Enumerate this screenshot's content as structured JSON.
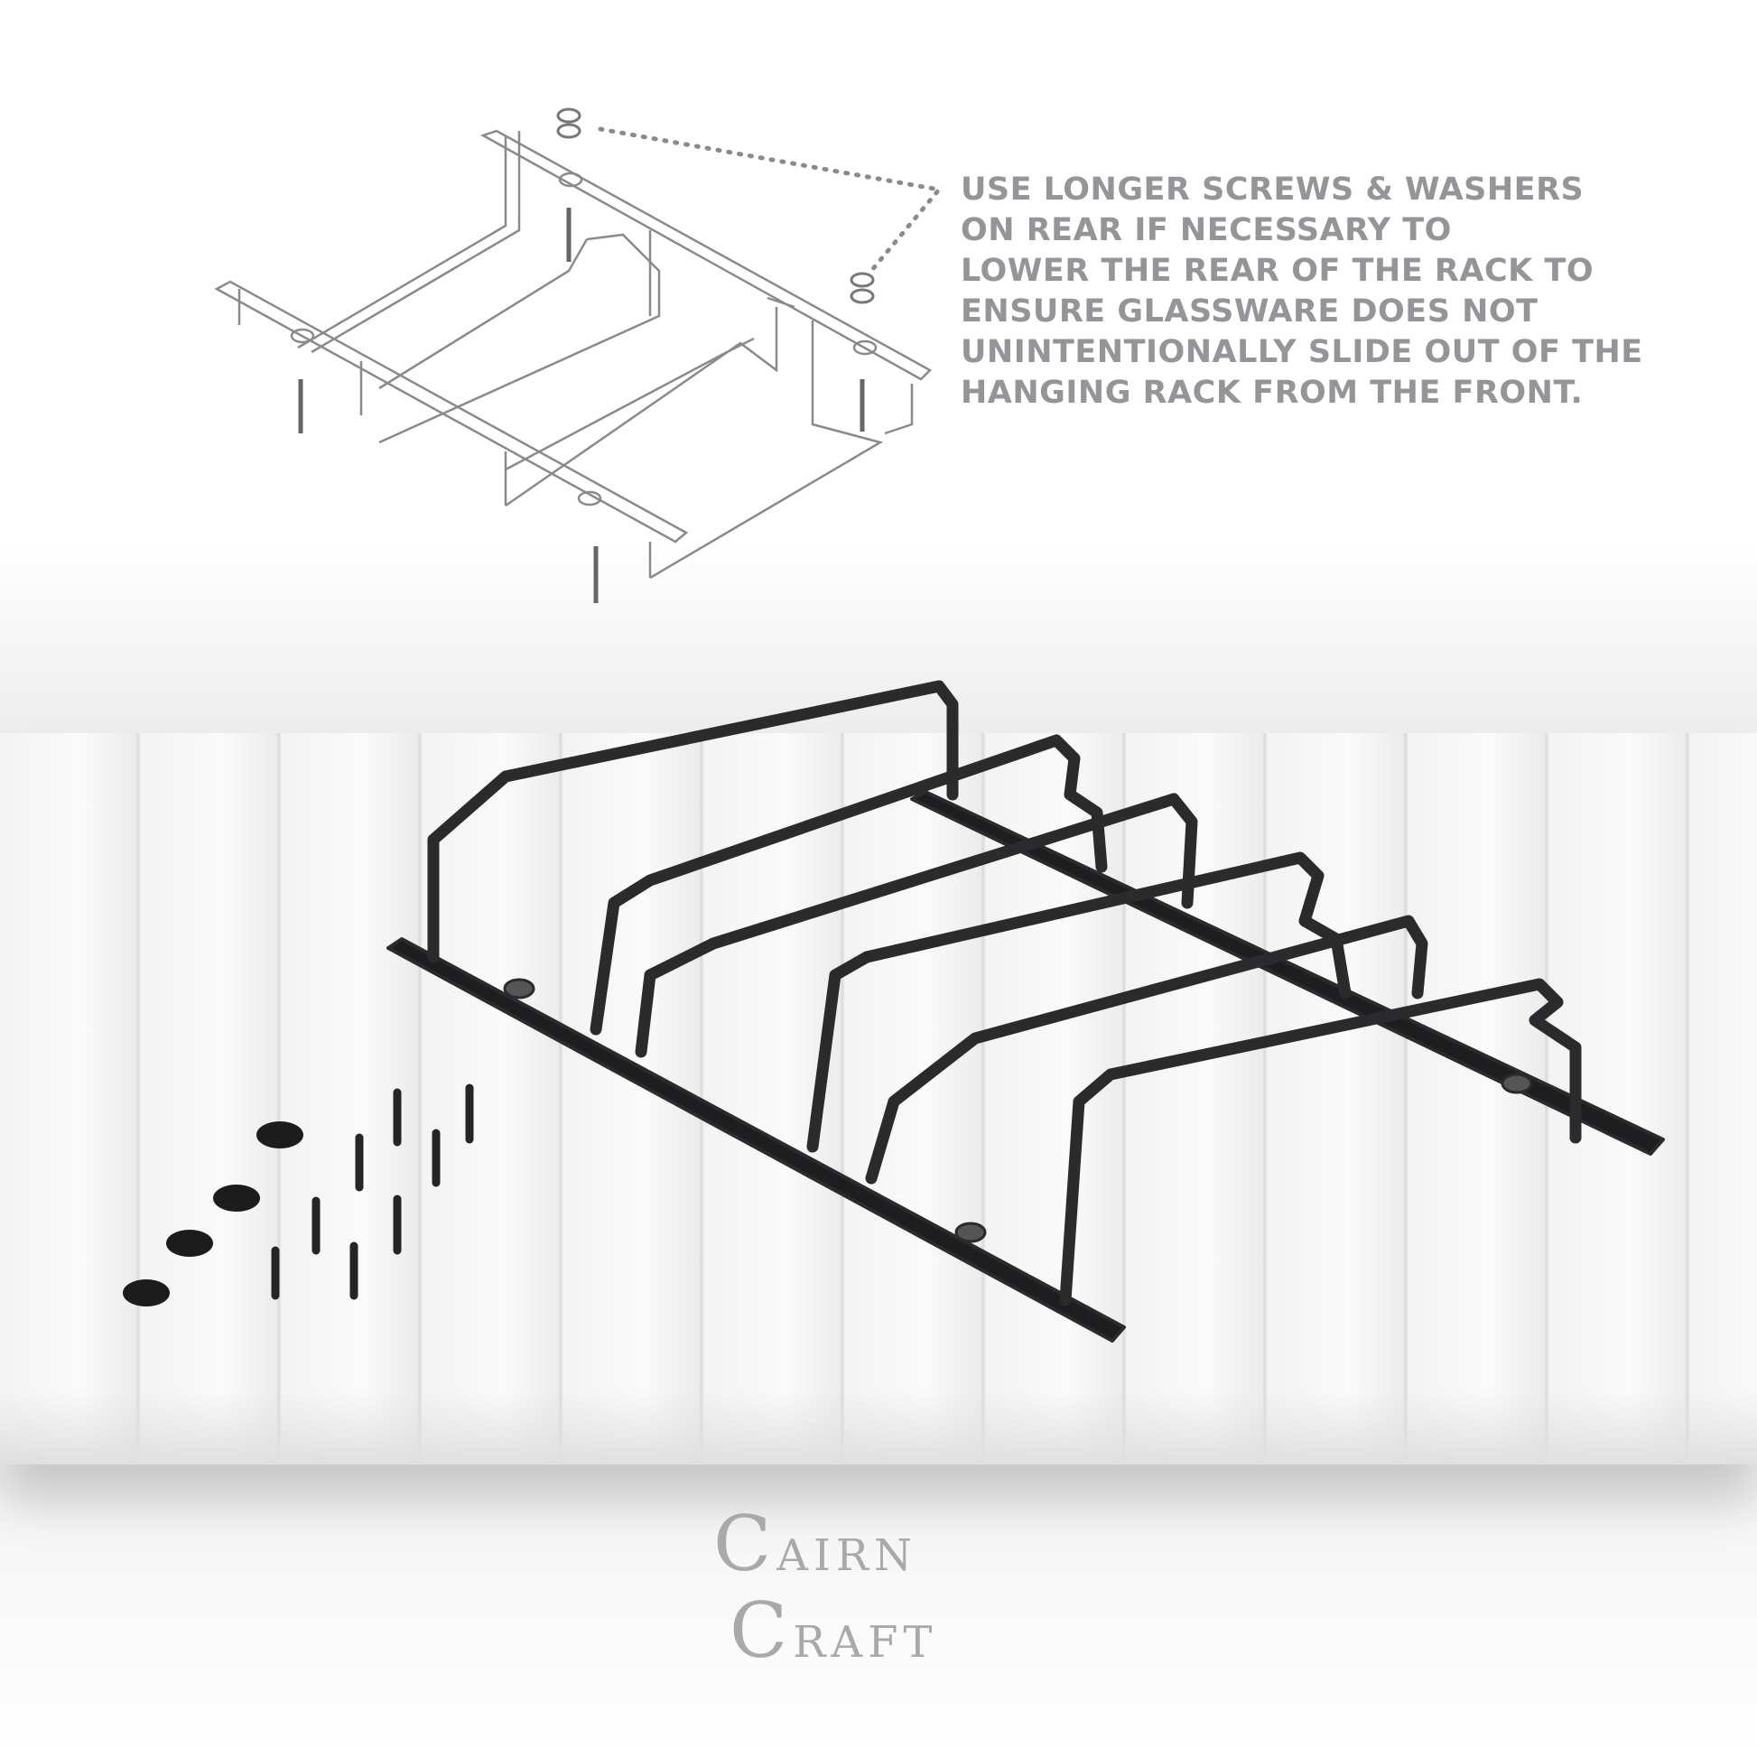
{
  "instruction_note": {
    "lines": [
      "USE LONGER SCREWS & WASHERS",
      "ON REAR IF NECESSARY TO",
      "LOWER THE REAR OF THE RACK TO",
      "ENSURE GLASSWARE DOES NOT",
      "UNINTENTIONALLY SLIDE OUT OF THE",
      "HANGING RACK FROM THE FRONT."
    ],
    "color": "#939598"
  },
  "logo": {
    "line1": "CAIRN",
    "line2": "CRAFT",
    "color": "#a7a9ab"
  },
  "rack_color": "#2b2b2d"
}
